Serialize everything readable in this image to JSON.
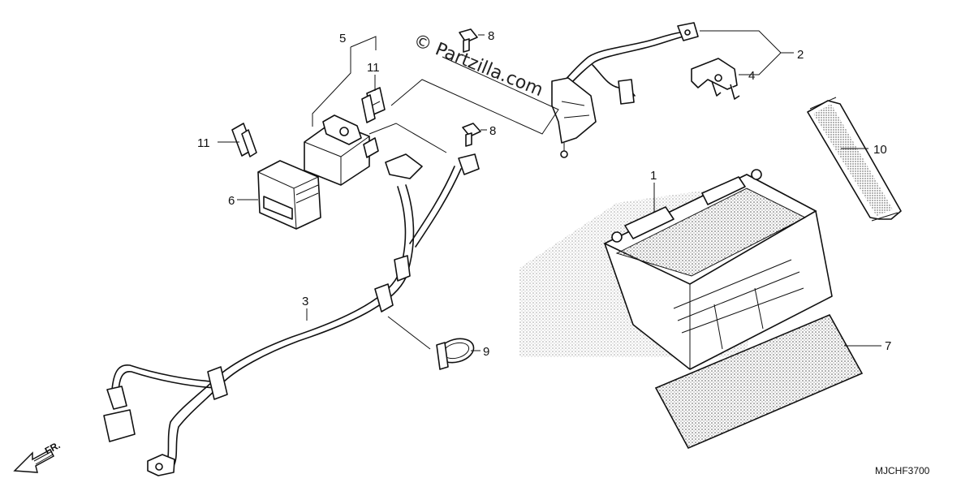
{
  "watermark": "© Partzilla.com",
  "diagram_code": "MJCHF3700",
  "direction_label": "FR.",
  "callouts": [
    {
      "id": "1",
      "label": "1"
    },
    {
      "id": "2",
      "label": "2"
    },
    {
      "id": "3",
      "label": "3"
    },
    {
      "id": "4",
      "label": "4"
    },
    {
      "id": "5",
      "label": "5"
    },
    {
      "id": "6",
      "label": "6"
    },
    {
      "id": "7",
      "label": "7"
    },
    {
      "id": "8a",
      "label": "8"
    },
    {
      "id": "8b",
      "label": "8"
    },
    {
      "id": "9",
      "label": "9"
    },
    {
      "id": "10",
      "label": "10"
    },
    {
      "id": "11a",
      "label": "11"
    },
    {
      "id": "11b",
      "label": "11"
    }
  ]
}
